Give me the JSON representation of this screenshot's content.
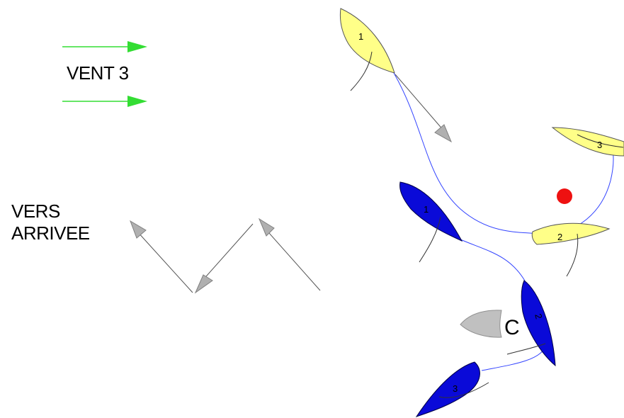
{
  "wind": {
    "label": "VENT 3",
    "arrow_color": "#33dd33"
  },
  "finish_direction": {
    "line1": "VERS",
    "line2": "ARRIVEE"
  },
  "mark": {
    "label": "C",
    "color": "#c0c0c0"
  },
  "obstacle": {
    "color": "#ee1111"
  },
  "track_color": "#3344ff",
  "arrow_color": "#b0b0b0",
  "teams": {
    "yellow": {
      "color": "#ffff88",
      "boats": [
        {
          "number": "1"
        },
        {
          "number": "2"
        },
        {
          "number": "3"
        }
      ]
    },
    "blue": {
      "color": "#0a0ad8",
      "boats": [
        {
          "number": "1"
        },
        {
          "number": "2"
        },
        {
          "number": "3"
        }
      ]
    }
  }
}
